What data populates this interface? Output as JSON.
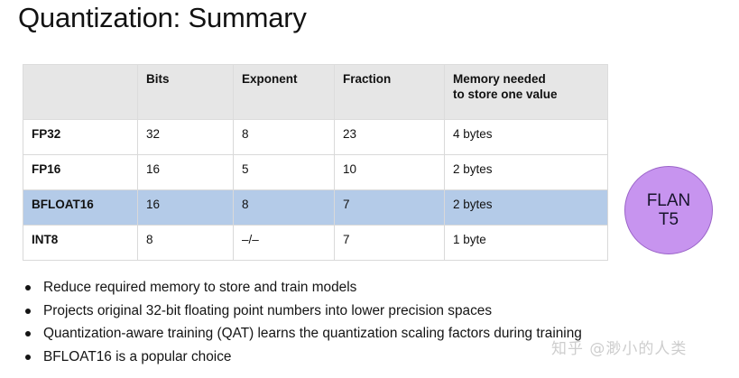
{
  "slide": {
    "title": "Quantization: Summary"
  },
  "table": {
    "columns": [
      "",
      "Bits",
      "Exponent",
      "Fraction",
      "Memory needed to store one value"
    ],
    "memory_header_lines": [
      "Memory needed",
      "to store one value"
    ],
    "rows": [
      {
        "name": "FP32",
        "bits": "32",
        "exponent": "8",
        "fraction": "23",
        "memory": "4 bytes",
        "highlighted": false
      },
      {
        "name": "FP16",
        "bits": "16",
        "exponent": "5",
        "fraction": "10",
        "memory": "2 bytes",
        "highlighted": false
      },
      {
        "name": "BFLOAT16",
        "bits": "16",
        "exponent": "8",
        "fraction": "7",
        "memory": "2 bytes",
        "highlighted": true
      },
      {
        "name": "INT8",
        "bits": "8",
        "exponent": "–/–",
        "fraction": "7",
        "memory": "1 byte",
        "highlighted": false
      }
    ],
    "highlight_color": "#b4cbe8",
    "header_color": "#e6e6e6"
  },
  "badge": {
    "line1": "FLAN",
    "line2": "T5",
    "fill_color": "#c794ef",
    "border_color": "#9a63c8"
  },
  "bullets": [
    "Reduce required memory to store and train models",
    "Projects original 32-bit floating point numbers into lower precision spaces",
    "Quantization-aware training (QAT) learns the quantization scaling factors during training",
    "BFLOAT16 is a popular choice"
  ],
  "watermark": {
    "text": "知乎 @渺小的人类"
  }
}
